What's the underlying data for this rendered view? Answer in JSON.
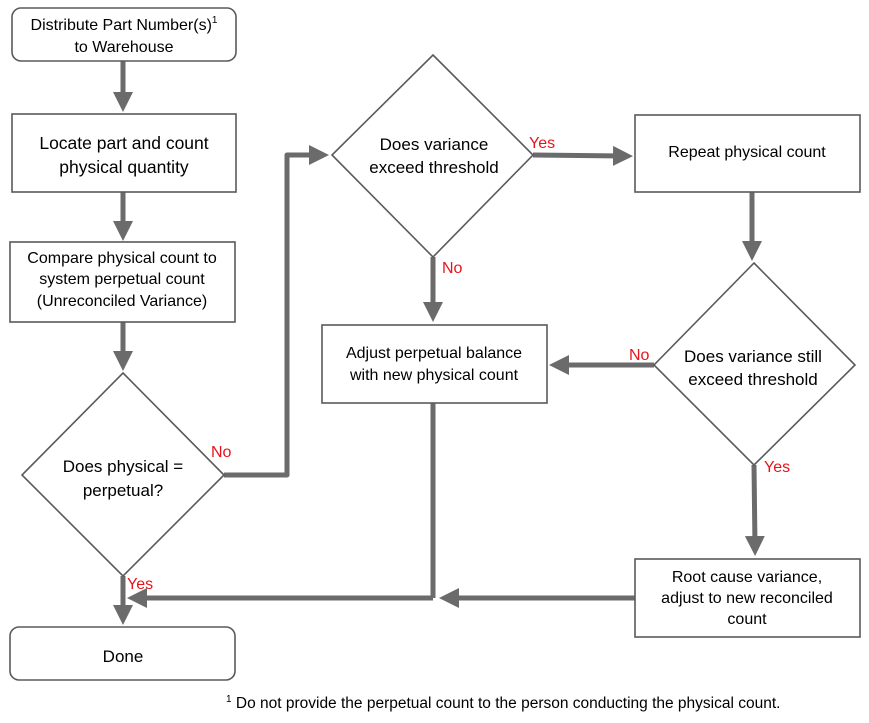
{
  "colors": {
    "connector": "#6b6b6b",
    "label": "#e8141b",
    "box_stroke": "#5a5a5a"
  },
  "nodes": {
    "distribute": {
      "line1": "Distribute Part Number(s)",
      "sup": "1",
      "line2": "to Warehouse"
    },
    "locate": {
      "line1": "Locate part and count",
      "line2": "physical quantity"
    },
    "compare": {
      "line1": "Compare physical count to",
      "line2": "system perpetual count",
      "line3": "(Unreconciled Variance)"
    },
    "does_physical": {
      "line1": "Does physical =",
      "line2": "perpetual?"
    },
    "exceed": {
      "line1": "Does variance",
      "line2": "exceed threshold"
    },
    "repeat": {
      "line1": "Repeat physical count"
    },
    "adjust": {
      "line1": "Adjust perpetual balance",
      "line2": "with new physical count"
    },
    "still_exceed": {
      "line1": "Does variance still",
      "line2": "exceed threshold"
    },
    "root_cause": {
      "line1": "Root cause variance,",
      "line2": "adjust to new reconciled",
      "line3": "count"
    },
    "done": {
      "line1": "Done"
    }
  },
  "labels": {
    "no_physical": "No",
    "yes_physical": "Yes",
    "yes_exceed": "Yes",
    "no_exceed": "No",
    "no_still": "No",
    "yes_still": "Yes"
  },
  "footnote": {
    "marker": "1",
    "text": " Do not provide the perpetual count to the person conducting the physical count."
  }
}
